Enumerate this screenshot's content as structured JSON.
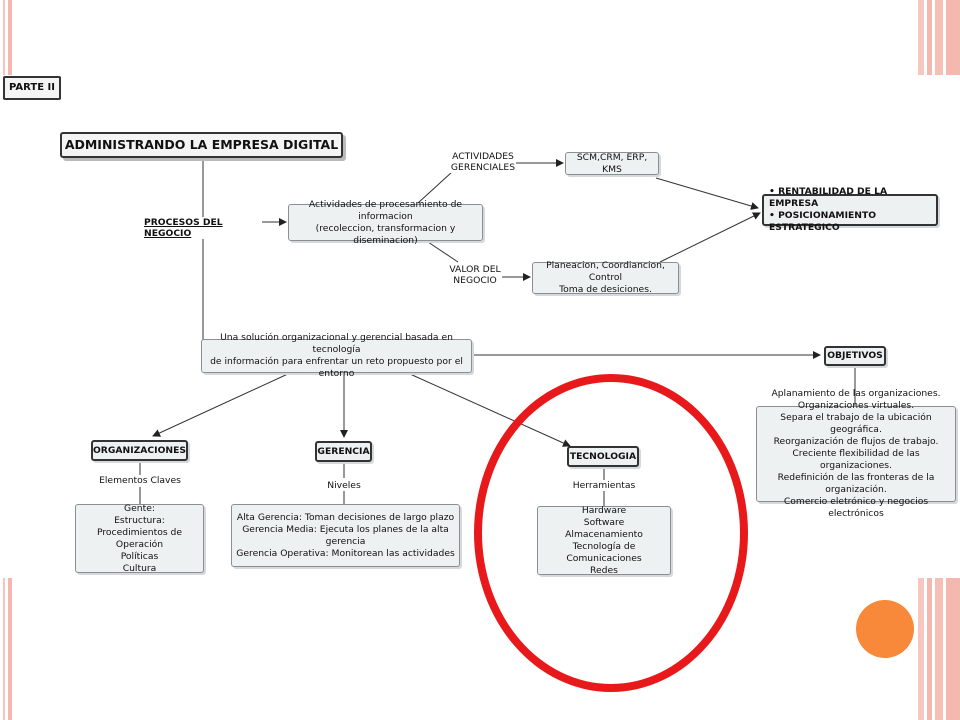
{
  "slide_label": "PARTE II",
  "title": "ADMINISTRANDO LA EMPRESA DIGITAL",
  "link_procesos": "PROCESOS DEL NEGOCIO",
  "actividades_procesamiento": "Actividades de procesamiento de informacion\n(recoleccion, transformacion y diseminacion)",
  "link_actividades_gerenciales": "ACTIVIDADES\nGERENCIALES",
  "link_valor_negocio": "VALOR DEL\nNEGOCIO",
  "scm_box": "SCM,CRM, ERP, KMS",
  "planeacion_box": "Planeacion, Coordiancion, Control\nToma de desiciones.",
  "rentabilidad": [
    "RENTABILIDAD DE LA EMPRESA",
    "POSICIONAMIENTO ESTRATEGICO"
  ],
  "solucion_box": "Una solución organizacional y gerencial basada en tecnología\nde información para enfrentar un reto propuesto por el entorno",
  "objetivos": {
    "title": "OBJETIVOS",
    "items": "Aplanamiento de las organizaciones.\nOrganizaciones virtuales.\nSepara el trabajo de la ubicación geográfica.\nReorganización de flujos de trabajo.\nCreciente flexibilidad de las organizaciones.\nRedefinición de las fronteras de la organización.\nComercio eletrónico y negocios electrónicos"
  },
  "organizaciones": {
    "title": "ORGANIZACIONES",
    "link": "Elementos Claves",
    "items": "Gente:\nEstructura:\nProcedimientos de Operación\nPolíticas\nCultura"
  },
  "gerencia": {
    "title": "GERENCIA",
    "link": "Niveles",
    "items": "Alta Gerencia: Toman decisiones de largo plazo\nGerencia Media: Ejecuta los planes de la alta gerencia\nGerencia Operativa: Monitorean las actividades"
  },
  "tecnologia": {
    "title": "TECNOLOGIA",
    "link": "Herramientas",
    "items": "Hardware\nSoftware\nAlmacenamiento\nTecnología de Comunicaciones\nRedes"
  },
  "colors": {
    "stripe_pink": "#f4b8ae",
    "stripe_orange": "#f6a183",
    "highlight_circle": "#e8191b",
    "orange_dot": "#f8893a",
    "node_fill": "#eef1f2",
    "line": "#333333"
  }
}
